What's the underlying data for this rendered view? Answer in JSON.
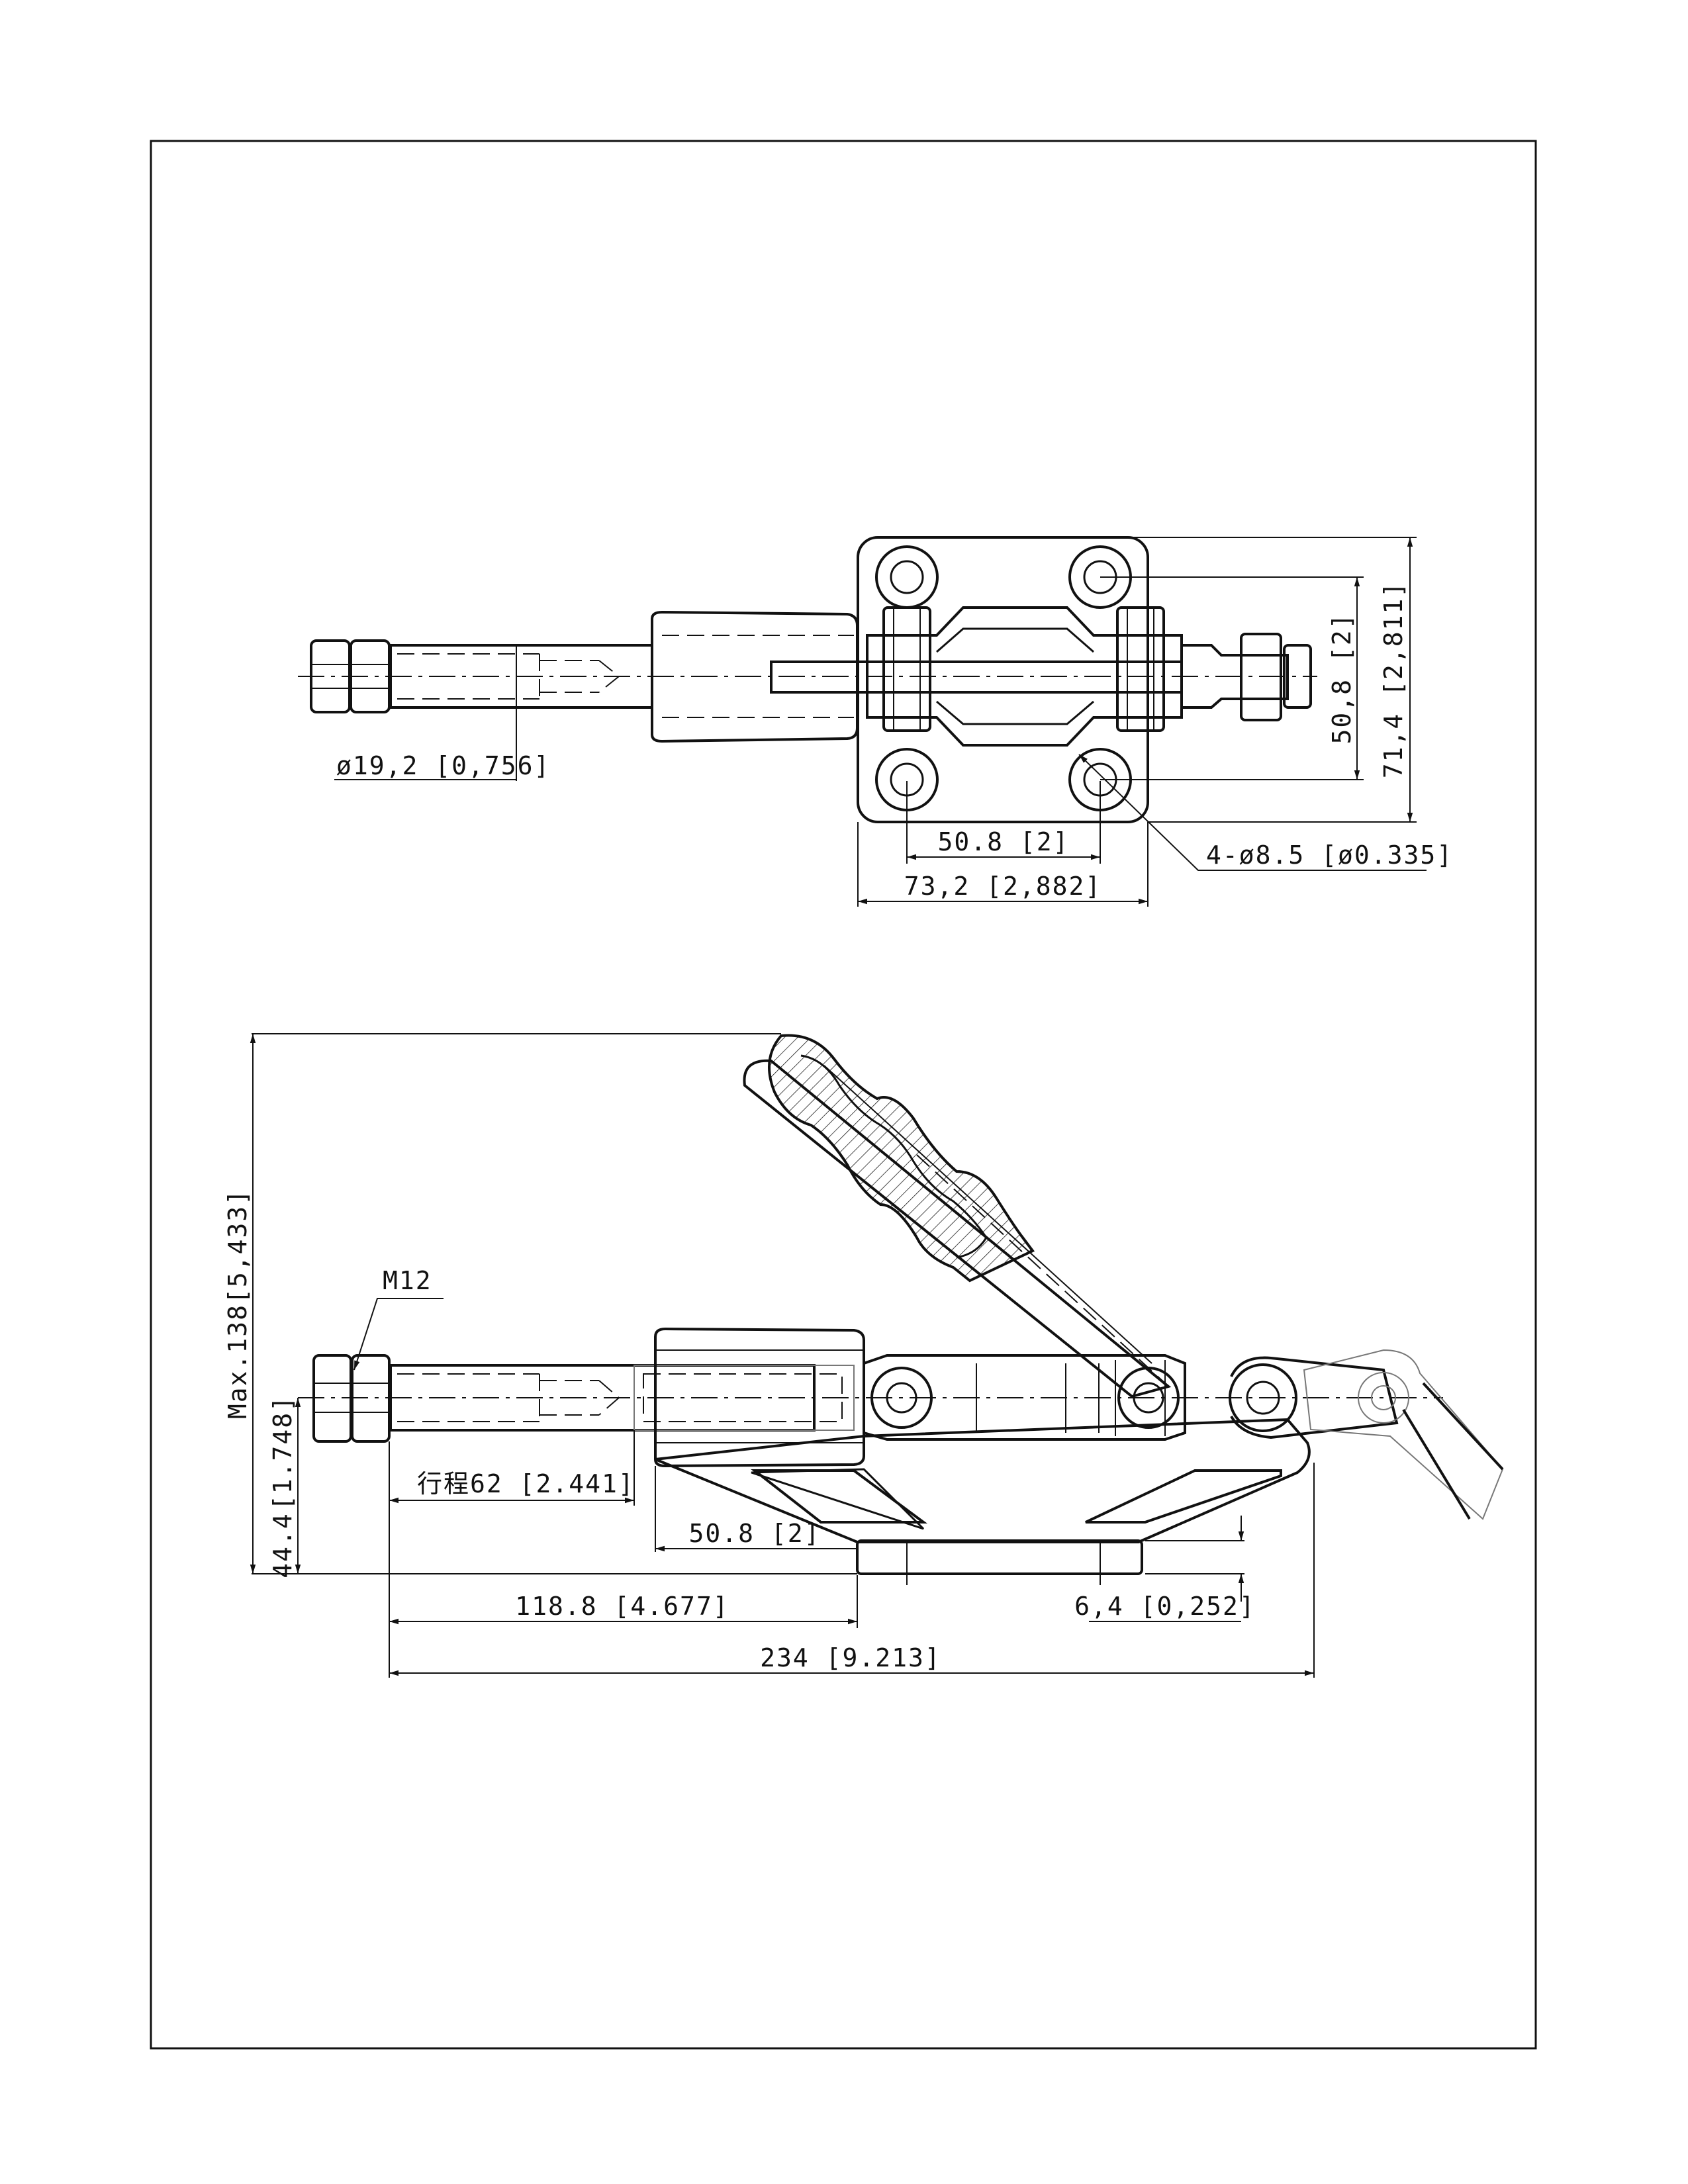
{
  "top_view": {
    "dims": {
      "rod_diameter": "ø19,2 [0,756]",
      "hole_spacing_vertical": "50,8 [2]",
      "base_height": "71,4 [2,811]",
      "hole_spacing_horizontal": "50.8 [2]",
      "base_width": "73,2 [2,882]",
      "mounting_holes": "4-ø8.5 [ø0.335]"
    }
  },
  "side_view": {
    "labels": {
      "thread": "M12",
      "max_height": "Max.138[5,433]",
      "axis_height_in": "[1.748]",
      "axis_height_mm": "44.4",
      "stroke": "行程62 [2.441]",
      "base_hole_spacing": "50.8 [2]",
      "base_thickness": "6,4 [0,252]",
      "front_to_base": "118.8 [4.677]",
      "overall_length": "234 [9.213]"
    }
  }
}
